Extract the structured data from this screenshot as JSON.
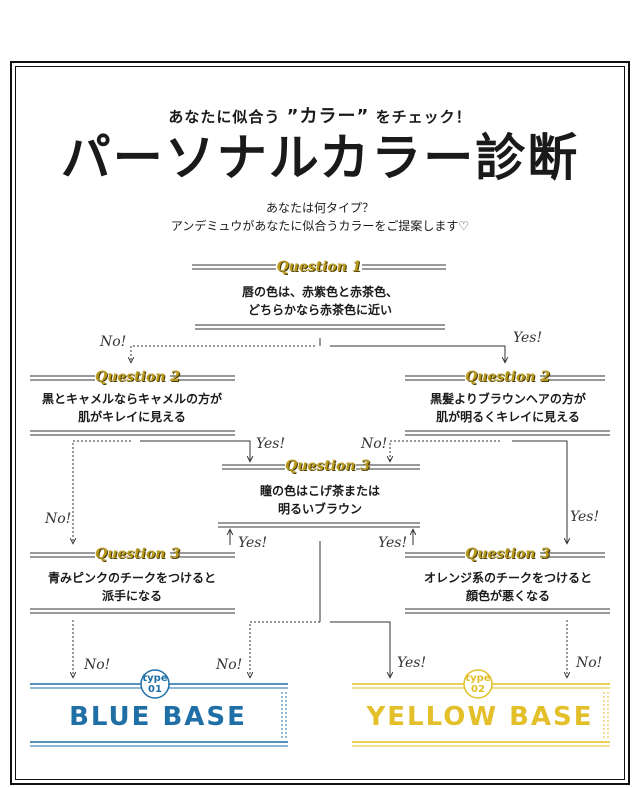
{
  "header": {
    "tagline_prefix": "あなたに似合う",
    "tagline_em": "”カラー”",
    "tagline_suffix": "をチェック！",
    "title": "パーソナルカラー診断",
    "intro_line1": "あなたは何タイプ？",
    "intro_line2": "アンデミュウがあなたに似合うカラーをご提案します♡"
  },
  "questions": {
    "q1": {
      "label": "Question 1",
      "line1": "唇の色は、赤紫色と赤茶色、",
      "line2": "どちらかなら赤茶色に近い"
    },
    "q2_left": {
      "label": "Question 2",
      "line1": "黒とキャメルならキャメルの方が",
      "line2": "肌がキレイに見える"
    },
    "q2_right": {
      "label": "Question 2",
      "line1": "黒髪よりブラウンヘアの方が",
      "line2": "肌が明るくキレイに見える"
    },
    "q3_center": {
      "label": "Question 3",
      "line1": "瞳の色はこげ茶または",
      "line2": "明るいブラウン"
    },
    "q3_left": {
      "label": "Question 3",
      "line1": "青みピンクのチークをつけると",
      "line2": "派手になる"
    },
    "q3_right": {
      "label": "Question 3",
      "line1": "オレンジ系のチークをつけると",
      "line2": "顔色が悪くなる"
    }
  },
  "answers": {
    "yes": "Yes!",
    "no": "No!"
  },
  "results": {
    "blue": {
      "type_word": "type",
      "type_num": "01",
      "label": "BLUE BASE",
      "color": "#1f6fa6"
    },
    "yellow": {
      "type_word": "type",
      "type_num": "02",
      "label": "YELLOW BASE",
      "color": "#e3bf2a"
    }
  },
  "colors": {
    "question_gold": "#b99a1c",
    "line": "#333333"
  }
}
